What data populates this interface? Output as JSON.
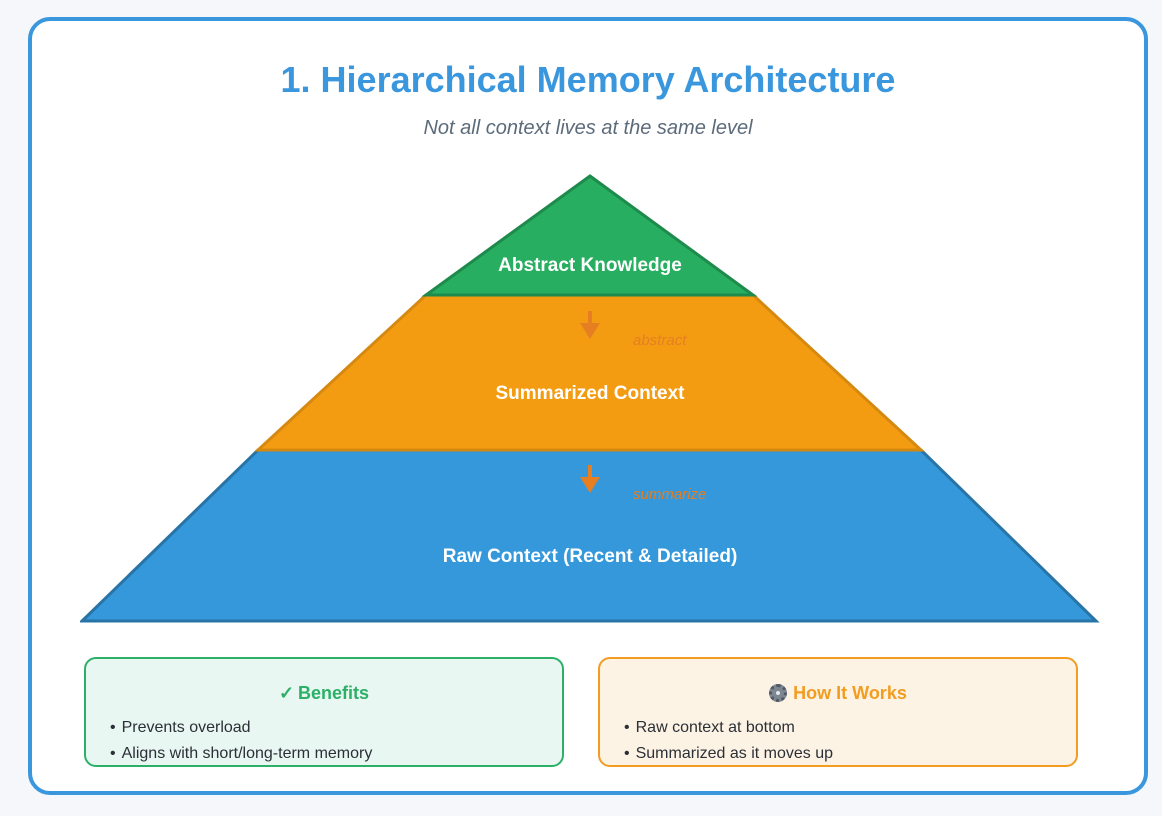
{
  "header": {
    "title": "1. Hierarchical Memory Architecture",
    "subtitle": "Not all context lives at the same level"
  },
  "pyramid": {
    "levels": [
      {
        "label": "Abstract Knowledge",
        "color": "#27ae60",
        "border": "#1e8a4c"
      },
      {
        "label": "Summarized Context",
        "color": "#f39c12",
        "border": "#d68910"
      },
      {
        "label": "Raw Context (Recent & Detailed)",
        "color": "#3498db",
        "border": "#2874a6"
      }
    ],
    "transitions": [
      {
        "label": "abstract",
        "color": "#e67e22"
      },
      {
        "label": "summarize",
        "color": "#e67e22"
      }
    ]
  },
  "benefits": {
    "icon": "check-icon",
    "icon_glyph": "✓",
    "title": "Benefits",
    "color": "#2cb067",
    "items": [
      "Prevents overload",
      "Aligns with short/long-term memory"
    ]
  },
  "how_it_works": {
    "icon": "gear-icon",
    "title": "How It Works",
    "color": "#f29c20",
    "items": [
      "Raw context at bottom",
      "Summarized as it moves up"
    ]
  }
}
